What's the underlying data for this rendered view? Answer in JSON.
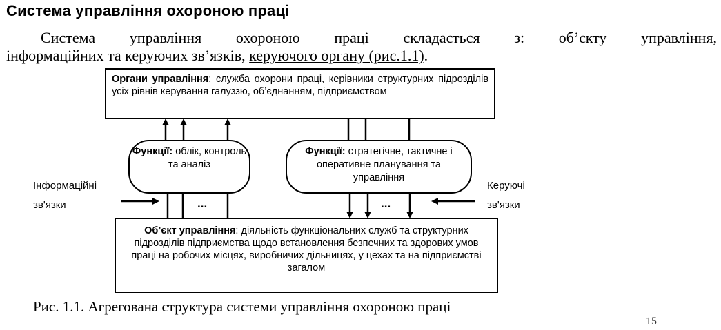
{
  "heading": "Система управління охороною праці",
  "paragraph": {
    "line1": "Система управління охороною праці складається з: об’єкту управління,",
    "line2_start": "інформаційних та керуючих зв’язків, ",
    "line2_underlined": "керуючого органу (рис.1.1)",
    "line2_end": "."
  },
  "diagram": {
    "management_bodies": {
      "label": "Органи управління",
      "text": ": служба охорони праці, керівники структурних підрозділів усіх рівнів керування галуззю, об’єднанням, підприємством"
    },
    "functions_left": {
      "label": "Функції:",
      "text": " облік, контроль та аналіз"
    },
    "functions_right": {
      "label": "Функції:",
      "text": " стратегічне, тактичне і оперативне планування та управління"
    },
    "info_links": "Інформаційні зв'язки",
    "control_links": "Керуючі зв'язки",
    "dots_left": "...",
    "dots_right": "...",
    "managed_object": {
      "label": "Об’єкт управління",
      "text": ": діяльність функціональних служб та структурних підрозділів підприємства щодо встановлення безпечних та здорових умов праці на робочих місцях, виробничих дільницях, у цехах та на підприємстві загалом"
    }
  },
  "caption": "Рис. 1.1. Агрегована структура системи управління охороною праці",
  "page_number": "15"
}
